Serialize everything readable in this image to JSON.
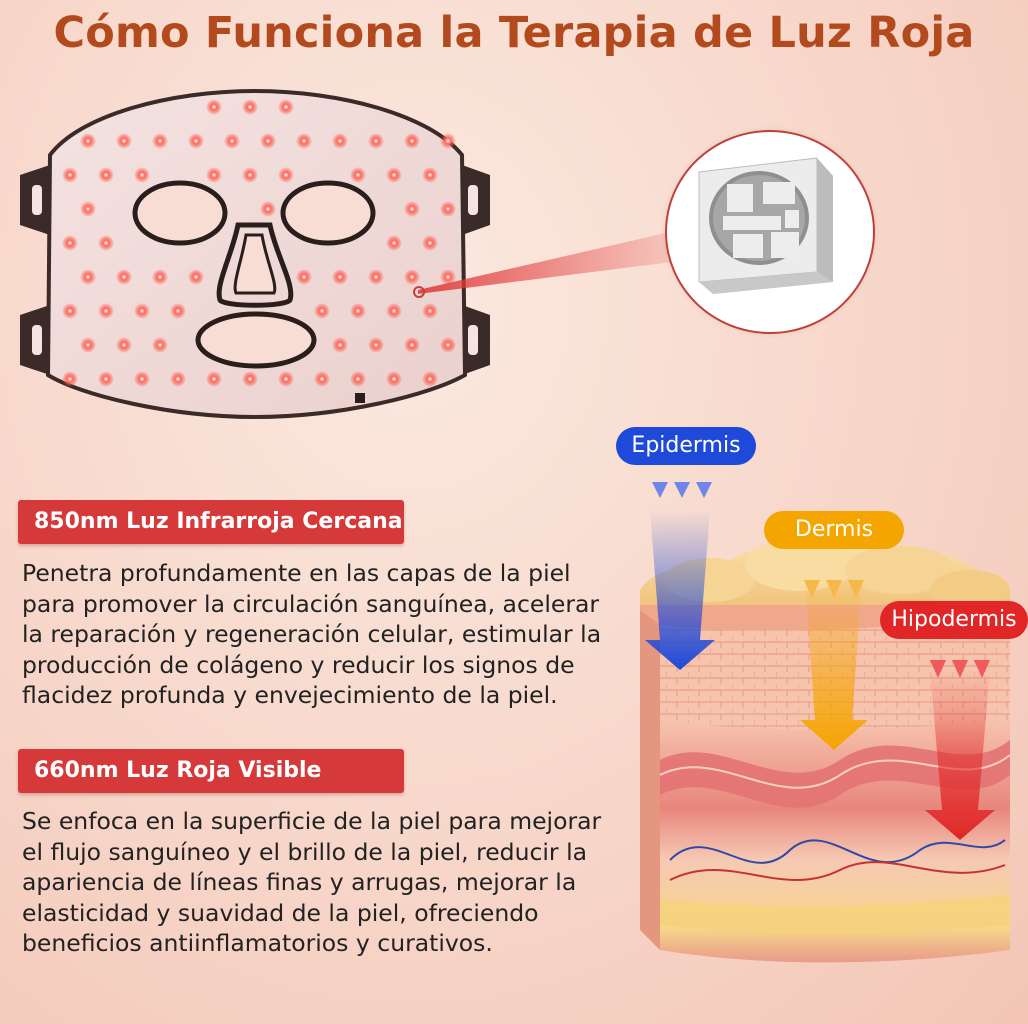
{
  "page": {
    "title": "Cómo Funciona la Terapia de Luz Roja"
  },
  "sections": [
    {
      "tag": "850nm Luz Infrarroja Cercana",
      "description": "Penetra profundamente en las capas de la piel para promover la circulación sanguínea, acelerar la reparación y regeneración celular, estimular la producción de colágeno y reducir los signos de flacidez profunda y envejecimiento de la piel."
    },
    {
      "tag": "660nm Luz Roja Visible",
      "description": "Se enfoca en la superficie de la piel para mejorar el flujo sanguíneo y el brillo de la piel, reducir la apariencia de líneas finas y arrugas, mejorar la elasticidad y suavidad de la piel, ofreciendo beneficios antiinflamatorios y curativos."
    }
  ],
  "skin_layers": {
    "epidermis": "Epidermis",
    "dermis": "Dermis",
    "hypodermis": "Hipodermis"
  },
  "colors": {
    "title": "#b34a1e",
    "tag_bg": "#d6393a",
    "epidermis": "#1f49d8",
    "dermis": "#f5a500",
    "hypodermis": "#e02626",
    "led": "#ff4a3d"
  },
  "icons": {
    "mask": "led-face-mask-icon",
    "led_chip": "led-chip-icon"
  }
}
